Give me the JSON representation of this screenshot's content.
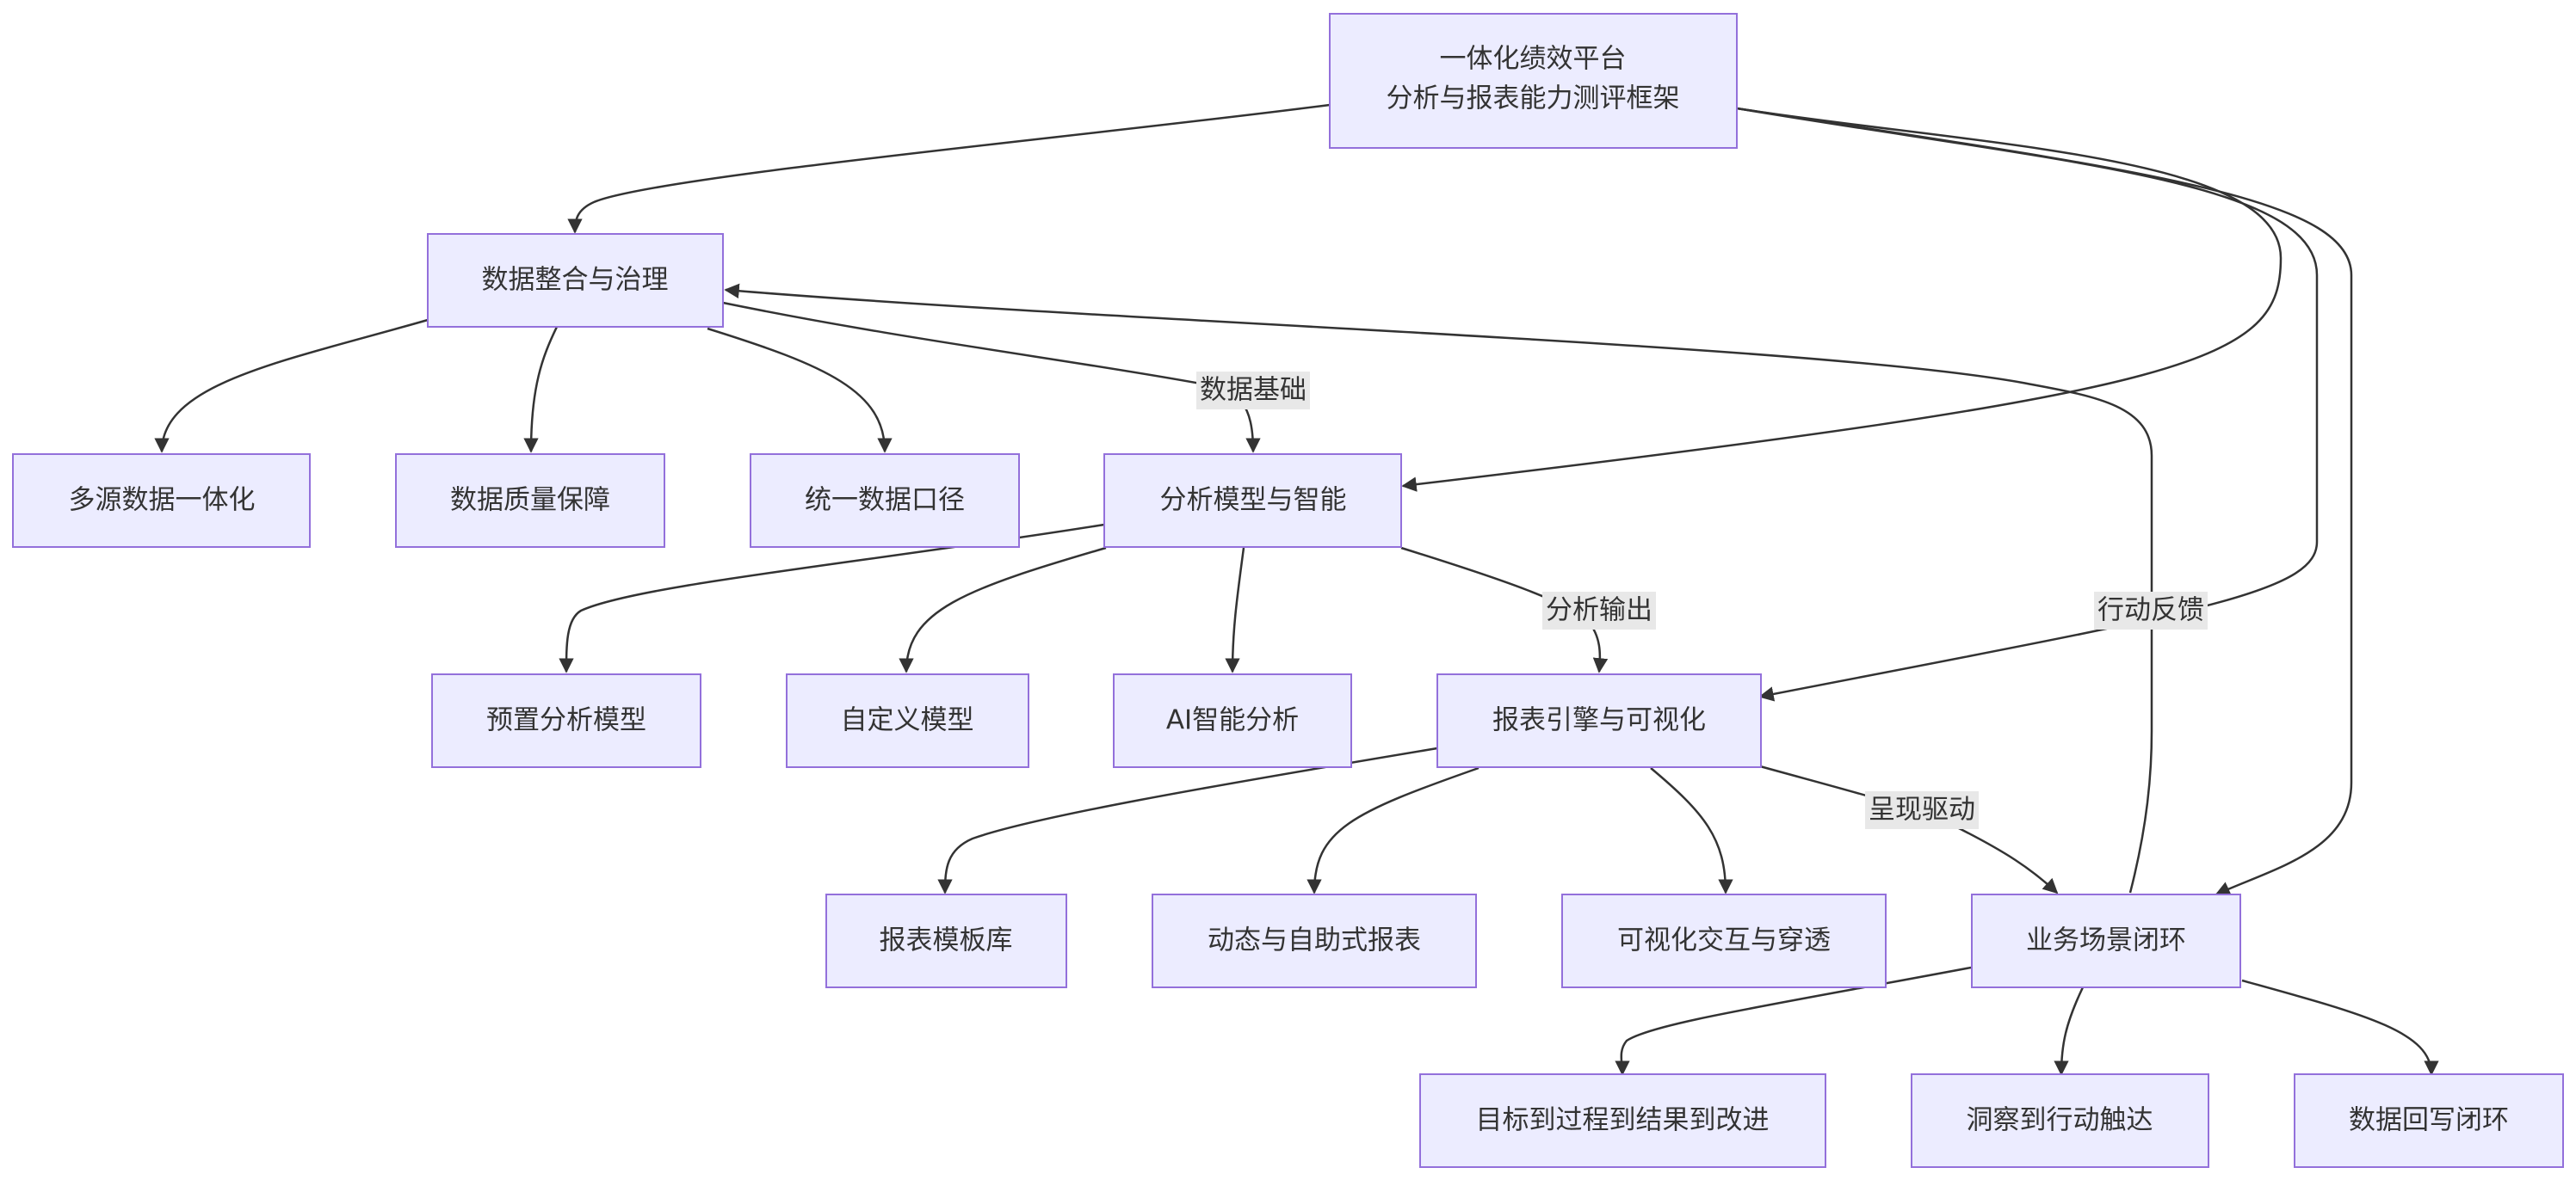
{
  "nodes": {
    "root": {
      "line1": "一体化绩效平台",
      "line2": "分析与报表能力测评框架"
    },
    "data_integration": "数据整合与治理",
    "multi_source": "多源数据一体化",
    "data_quality": "数据质量保障",
    "unified_caliber": "统一数据口径",
    "analysis_model": "分析模型与智能",
    "preset_model": "预置分析模型",
    "custom_model": "自定义模型",
    "ai_analysis": "AI智能分析",
    "report_engine": "报表引擎与可视化",
    "template_lib": "报表模板库",
    "dynamic_report": "动态与自助式报表",
    "visual_drill": "可视化交互与穿透",
    "business_loop": "业务场景闭环",
    "goal_process": "目标到过程到结果到改进",
    "insight_action": "洞察到行动触达",
    "writeback": "数据回写闭环"
  },
  "edge_labels": {
    "data_foundation": "数据基础",
    "analysis_output": "分析输出",
    "present_drive": "呈现驱动",
    "action_feedback": "行动反馈"
  }
}
